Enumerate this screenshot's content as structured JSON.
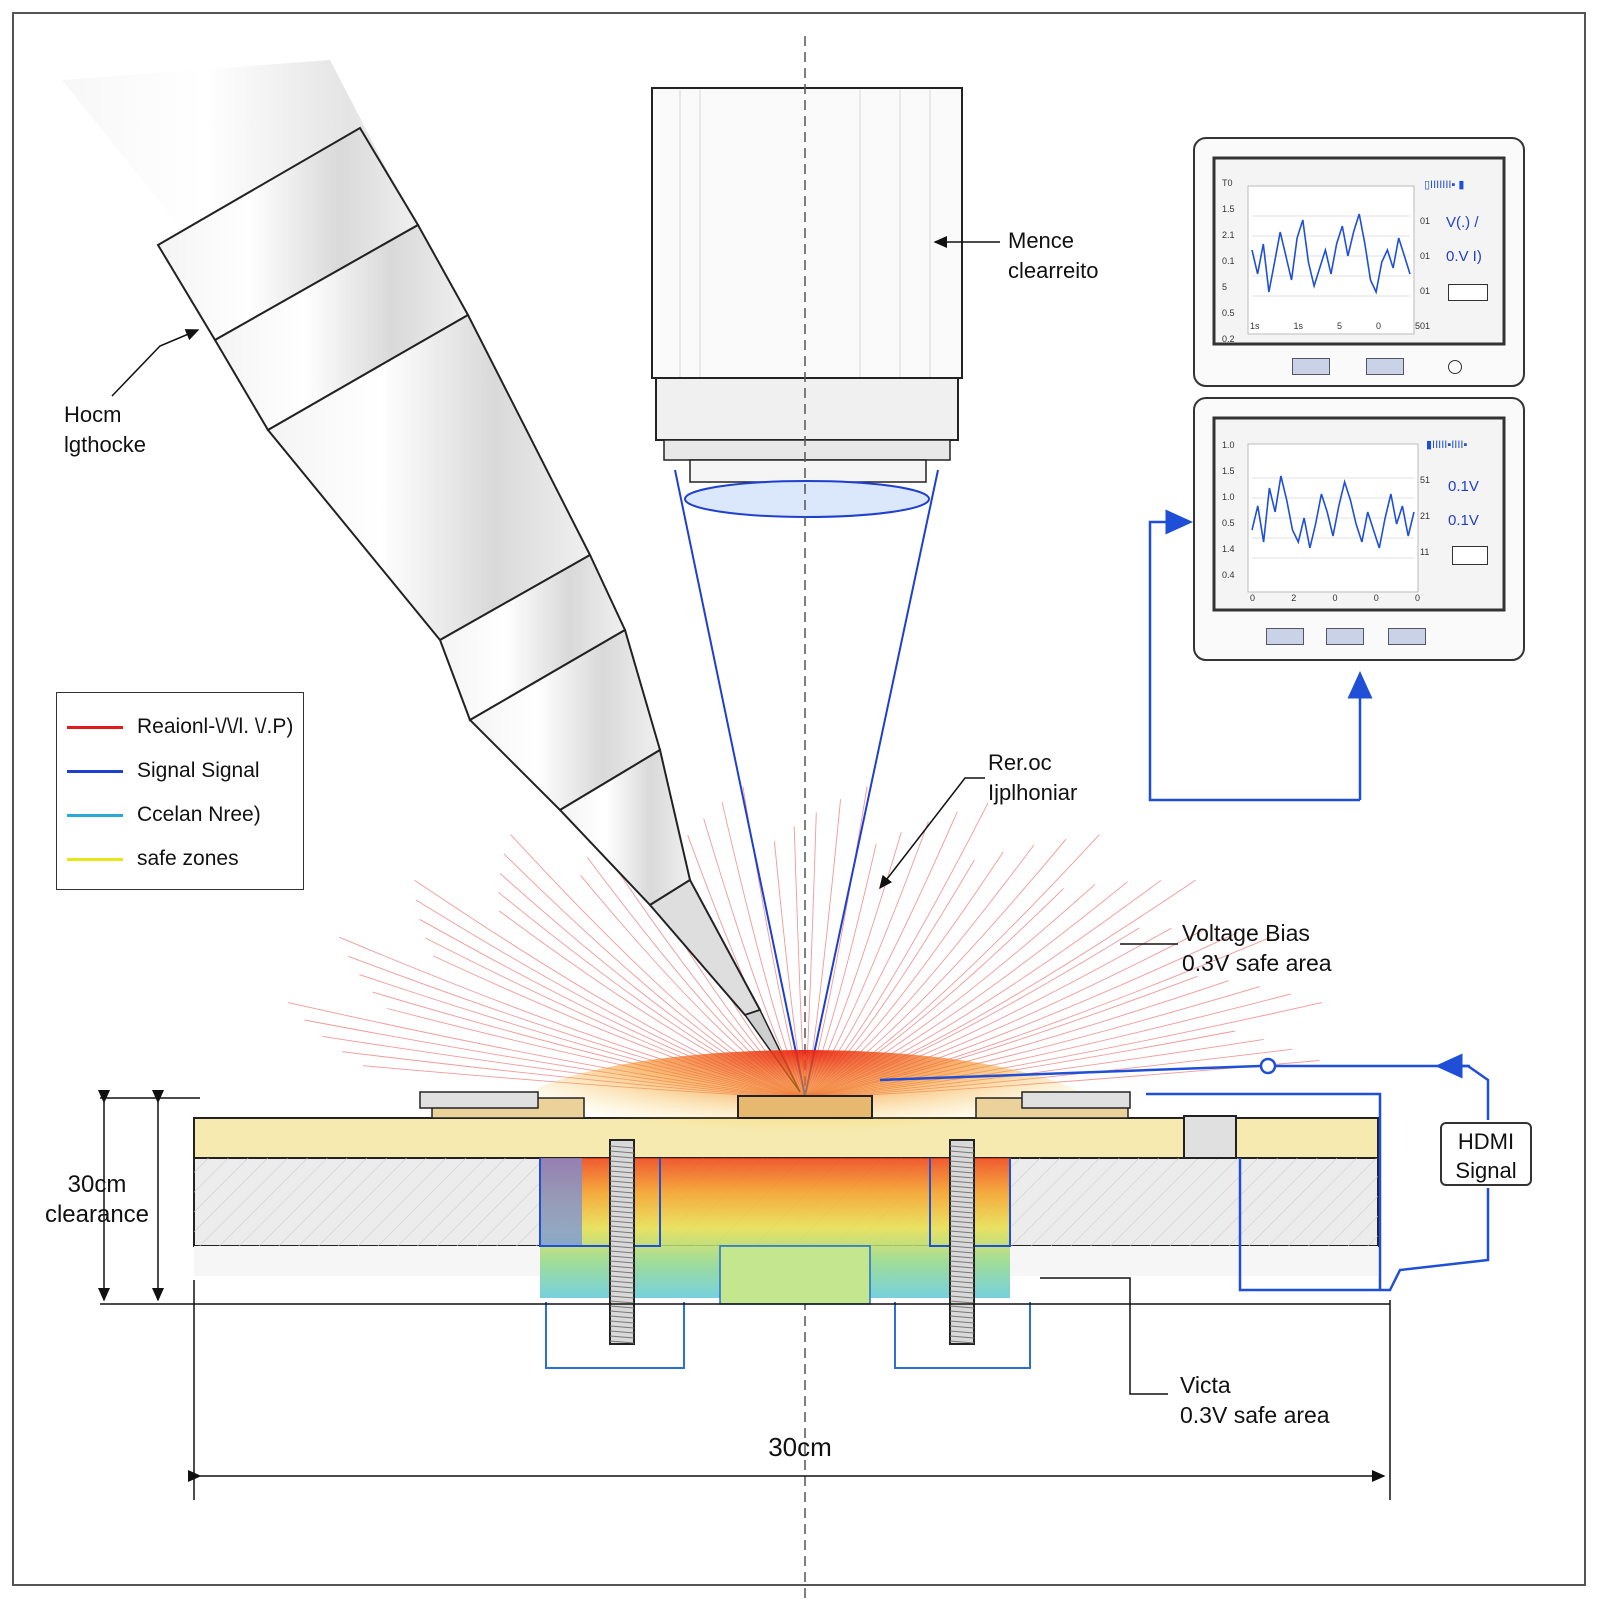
{
  "labels": {
    "lens": [
      "Mence",
      "clearreito"
    ],
    "pen": [
      "Hocm",
      "lgthocke"
    ],
    "beam": [
      "Rer.oc",
      "Ijplhoniar"
    ],
    "voltage_bias": [
      "Voltage Bias",
      "0.3V safe area"
    ],
    "victa": [
      "Victa",
      "0.3V safe area"
    ],
    "clearance": [
      "30cm",
      "clearance"
    ],
    "width_dim": "30cm",
    "hdmi": [
      "HDMI",
      "Signal"
    ]
  },
  "legend": [
    {
      "label": "Reaionl-\\/\\/l. \\/.P)",
      "color": "#e01b1b"
    },
    {
      "label": "Signal Signal",
      "color": "#1f3fcf"
    },
    {
      "label": "Ccelan Nree)",
      "color": "#2aa8d8"
    },
    {
      "label": "safe zones",
      "color": "#e6e61a"
    }
  ],
  "monitor_top": {
    "y_ticks": [
      "T0",
      "1.5",
      "2.1",
      "0.1",
      "5",
      "0.5",
      "0.2"
    ],
    "x_ticks": [
      "1s",
      "1s",
      "5",
      "0",
      "5"
    ],
    "right_ticks": [
      "01",
      "01",
      "01",
      "01"
    ],
    "side_readouts": [
      "V(.) /",
      "0.V I)"
    ],
    "header": "▯IIIIIII▪ ▮"
  },
  "monitor_bottom": {
    "y_ticks": [
      "1.0",
      "1.5",
      "1.0",
      "0.5",
      "1.4",
      "0.4"
    ],
    "x_ticks": [
      "0",
      "2",
      "0",
      "0",
      "0"
    ],
    "right_ticks": [
      "51",
      "21",
      "11"
    ],
    "side_readouts": [
      "0.1V",
      "0.1V"
    ],
    "header": "▮IIIII▪IIII▪"
  },
  "colors": {
    "signal_wire": "#1f4fd6",
    "beam": "#1f3fcf",
    "field_lines": "#e84545",
    "substrate_top": "#f7eab0",
    "substrate_mid": "#e6e6e6"
  },
  "waveform_top": [
    0.55,
    0.35,
    0.6,
    0.2,
    0.45,
    0.7,
    0.5,
    0.3,
    0.65,
    0.8,
    0.45,
    0.25,
    0.4,
    0.55,
    0.35,
    0.6,
    0.75,
    0.5,
    0.7,
    0.85,
    0.6,
    0.3,
    0.2,
    0.45,
    0.55,
    0.4,
    0.65,
    0.5,
    0.35
  ],
  "waveform_bottom": [
    0.4,
    0.6,
    0.3,
    0.75,
    0.55,
    0.85,
    0.65,
    0.4,
    0.3,
    0.5,
    0.25,
    0.45,
    0.7,
    0.55,
    0.35,
    0.6,
    0.8,
    0.65,
    0.45,
    0.3,
    0.55,
    0.4,
    0.25,
    0.5,
    0.7,
    0.45,
    0.6,
    0.35,
    0.55
  ]
}
